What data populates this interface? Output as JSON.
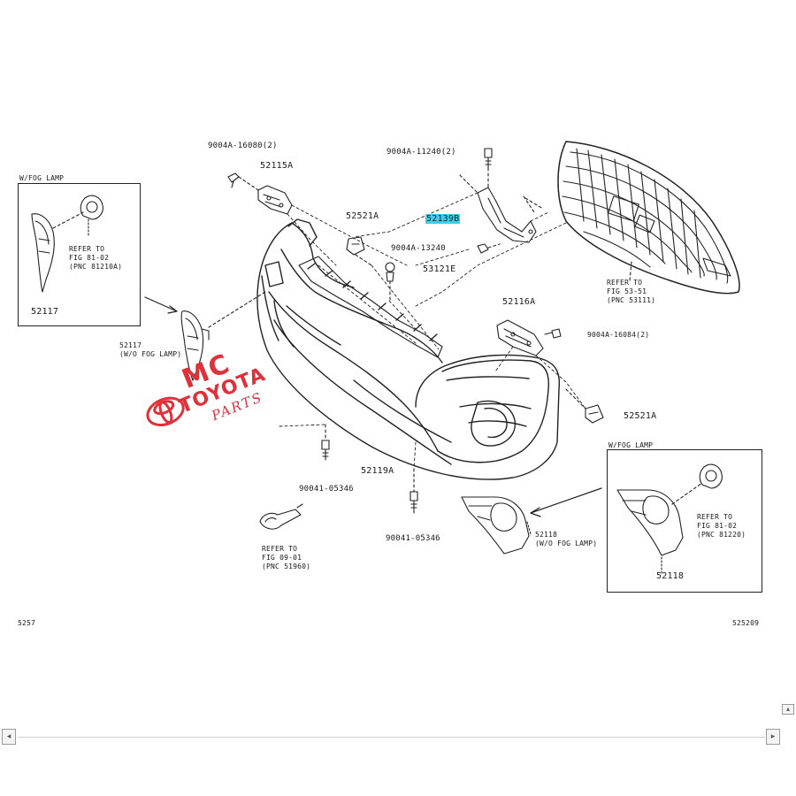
{
  "labels": {
    "l1": "9004A-16080(2)",
    "l2": "52115A",
    "l3": "W/FOG LAMP",
    "l4": "REFER TO\nFIG 81-02\n(PNC 81210A)",
    "l5": "52117",
    "l6": "52117\n(W/O FOG LAMP)",
    "l7": "9004A-11240(2)",
    "l8": "52139B",
    "l9": "52521A",
    "l10": "9004A-13240",
    "l11": "53121E",
    "l12": "REFER TO\nFIG 53-51\n(PNC 53111)",
    "l13": "52116A",
    "l14": "9004A-16084(2)",
    "l15": "52521A",
    "l16": "W/FOG LAMP",
    "l17": "90041-05346",
    "l18": "52119A",
    "l19": "90041-05346",
    "l20": "REFER TO\nFIG 09-01\n(PNC 51960)",
    "l21": "52118\n(W/O FOG LAMP)",
    "l22": "REFER TO\nFIG 81-02\n(PNC 81220)",
    "l23": "52118",
    "l24": "5257",
    "l25": "525209"
  },
  "highlight_color": "#3ad0e8",
  "watermark": {
    "brand": "MC",
    "maker": "TOYOTA",
    "sub": "PARTS",
    "color": "#e0303a"
  },
  "icons": {
    "scroll_left": "triangle-left-icon",
    "scroll_right": "triangle-right-icon"
  }
}
